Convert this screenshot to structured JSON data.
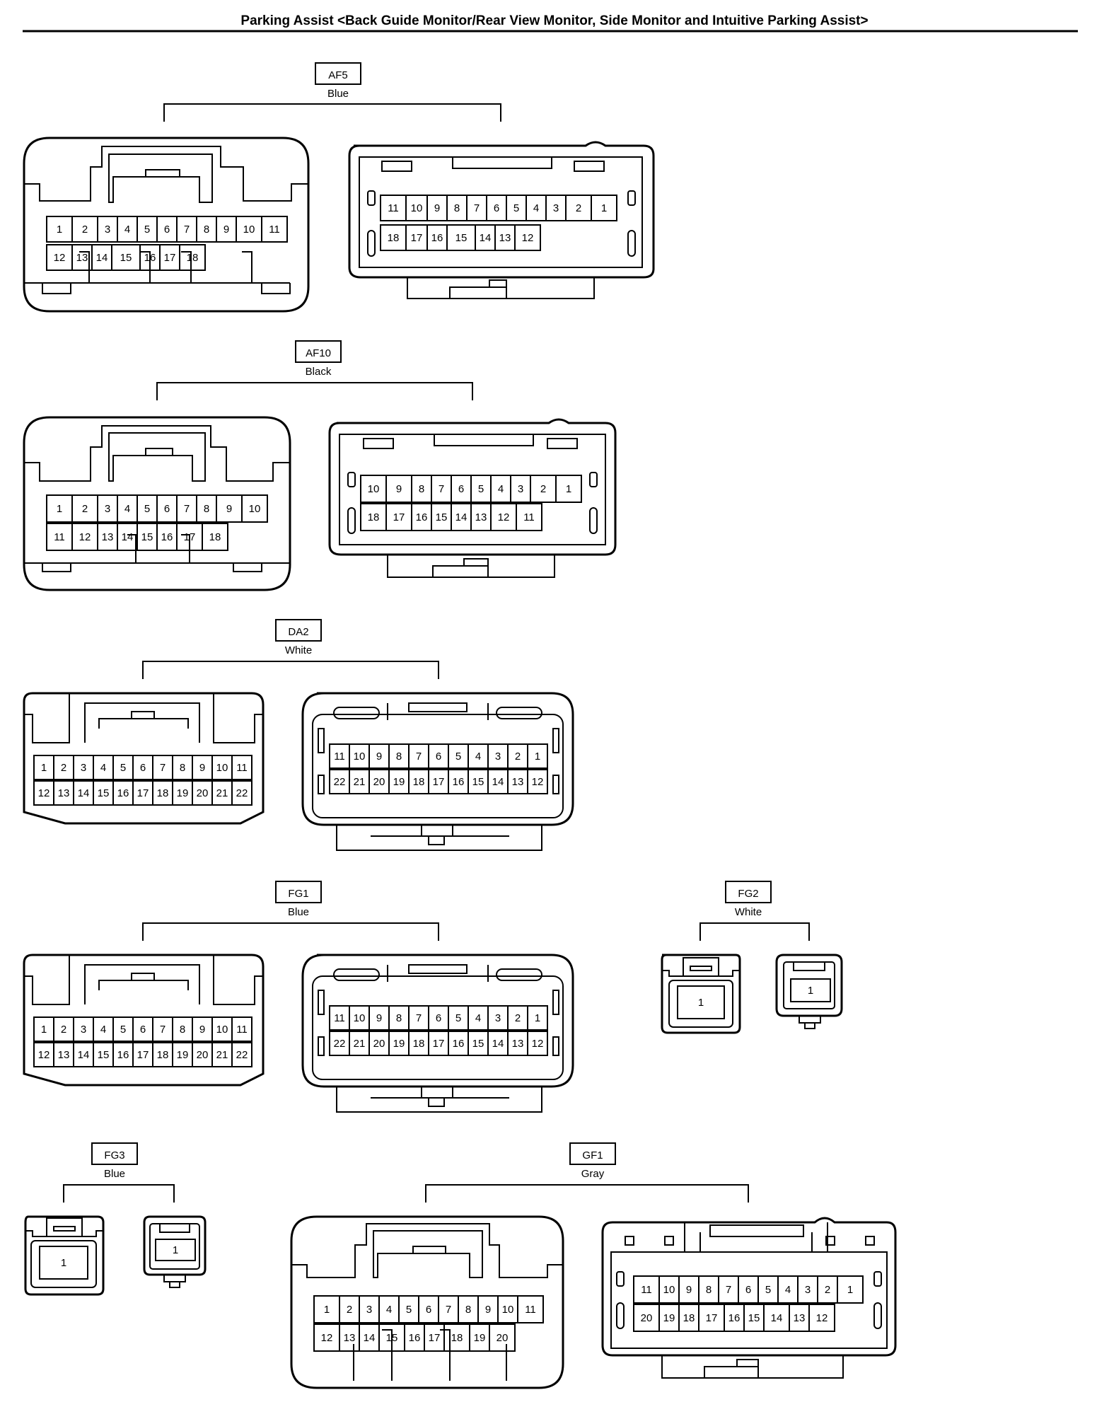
{
  "page": {
    "title": "Parking Assist <Back Guide Monitor/Rear View Monitor, Side Monitor and Intuitive Parking Assist>"
  },
  "connectors": {
    "af5": {
      "code": "AF5",
      "color": "Blue",
      "left": {
        "top": [
          "1",
          "2",
          "3",
          "4",
          "5",
          "6",
          "7",
          "8",
          "9",
          "10",
          "11"
        ],
        "bottom": [
          "12",
          "13",
          "14",
          "15",
          "16",
          "17",
          "18"
        ]
      },
      "right": {
        "top": [
          "11",
          "10",
          "9",
          "8",
          "7",
          "6",
          "5",
          "4",
          "3",
          "2",
          "1"
        ],
        "bottom": [
          "18",
          "17",
          "16",
          "15",
          "14",
          "13",
          "12"
        ]
      }
    },
    "af10": {
      "code": "AF10",
      "color": "Black",
      "left": {
        "top": [
          "1",
          "2",
          "3",
          "4",
          "5",
          "6",
          "7",
          "8",
          "9",
          "10"
        ],
        "bottom": [
          "11",
          "12",
          "13",
          "14",
          "15",
          "16",
          "17",
          "18"
        ]
      },
      "right": {
        "top": [
          "10",
          "9",
          "8",
          "7",
          "6",
          "5",
          "4",
          "3",
          "2",
          "1"
        ],
        "bottom": [
          "18",
          "17",
          "16",
          "15",
          "14",
          "13",
          "12",
          "11"
        ]
      }
    },
    "da2": {
      "code": "DA2",
      "color": "White",
      "left": {
        "top": [
          "1",
          "2",
          "3",
          "4",
          "5",
          "6",
          "7",
          "8",
          "9",
          "10",
          "11"
        ],
        "bottom": [
          "12",
          "13",
          "14",
          "15",
          "16",
          "17",
          "18",
          "19",
          "20",
          "21",
          "22"
        ]
      },
      "right": {
        "top": [
          "11",
          "10",
          "9",
          "8",
          "7",
          "6",
          "5",
          "4",
          "3",
          "2",
          "1"
        ],
        "bottom": [
          "22",
          "21",
          "20",
          "19",
          "18",
          "17",
          "16",
          "15",
          "14",
          "13",
          "12"
        ]
      }
    },
    "fg1": {
      "code": "FG1",
      "color": "Blue",
      "left": {
        "top": [
          "1",
          "2",
          "3",
          "4",
          "5",
          "6",
          "7",
          "8",
          "9",
          "10",
          "11"
        ],
        "bottom": [
          "12",
          "13",
          "14",
          "15",
          "16",
          "17",
          "18",
          "19",
          "20",
          "21",
          "22"
        ]
      },
      "right": {
        "top": [
          "11",
          "10",
          "9",
          "8",
          "7",
          "6",
          "5",
          "4",
          "3",
          "2",
          "1"
        ],
        "bottom": [
          "22",
          "21",
          "20",
          "19",
          "18",
          "17",
          "16",
          "15",
          "14",
          "13",
          "12"
        ]
      }
    },
    "fg2": {
      "code": "FG2",
      "color": "White",
      "left_pin": "1",
      "right_pin": "1"
    },
    "fg3": {
      "code": "FG3",
      "color": "Blue",
      "left_pin": "1",
      "right_pin": "1"
    },
    "gf1": {
      "code": "GF1",
      "color": "Gray",
      "left": {
        "top": [
          "1",
          "2",
          "3",
          "4",
          "5",
          "6",
          "7",
          "8",
          "9",
          "10",
          "11"
        ],
        "bottom": [
          "12",
          "13",
          "14",
          "15",
          "16",
          "17",
          "18",
          "19",
          "20"
        ]
      },
      "right": {
        "top": [
          "11",
          "10",
          "9",
          "8",
          "7",
          "6",
          "5",
          "4",
          "3",
          "2",
          "1"
        ],
        "bottom": [
          "20",
          "19",
          "18",
          "17",
          "16",
          "15",
          "14",
          "13",
          "12"
        ]
      }
    }
  }
}
